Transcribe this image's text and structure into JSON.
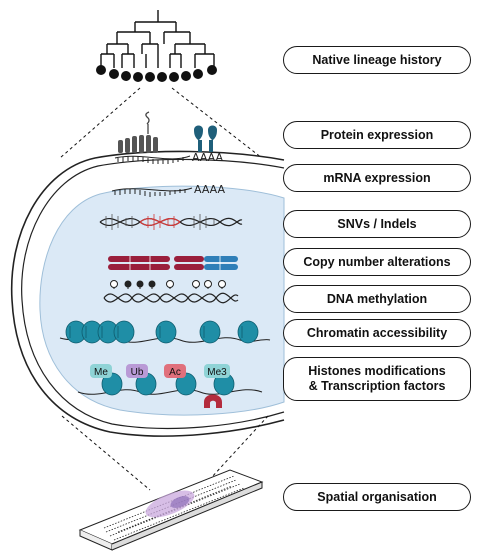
{
  "layers": [
    {
      "id": "lineage",
      "label": "Native lineage history"
    },
    {
      "id": "protein",
      "label": "Protein expression"
    },
    {
      "id": "mrna",
      "label": "mRNA expression"
    },
    {
      "id": "snv",
      "label": "SNVs / Indels"
    },
    {
      "id": "cna",
      "label": "Copy number alterations"
    },
    {
      "id": "methylation",
      "label": "DNA methylation"
    },
    {
      "id": "chromatin",
      "label": "Chromatin accessibility"
    },
    {
      "id": "histones",
      "label": "Histones modifications\n& Transcription factors"
    },
    {
      "id": "spatial",
      "label": "Spatial organisation"
    }
  ],
  "mrna_tail": "AAAA",
  "histone_marks": [
    {
      "label": "Me",
      "color": "#8fd3d6"
    },
    {
      "label": "Ub",
      "color": "#b99ad6"
    },
    {
      "label": "Ac",
      "color": "#e0707c"
    },
    {
      "label": "Me3",
      "color": "#8fd3d6"
    }
  ],
  "colors": {
    "nucleus": "#dbe9f6",
    "nucleosome": "#1f8ea6",
    "chromosome_red": "#9a1f3c",
    "chromosome_blue": "#2f7fb8",
    "receptor": "#1f5f7a",
    "tf": "#b32b3d",
    "snv_red": "#d23a3a"
  }
}
